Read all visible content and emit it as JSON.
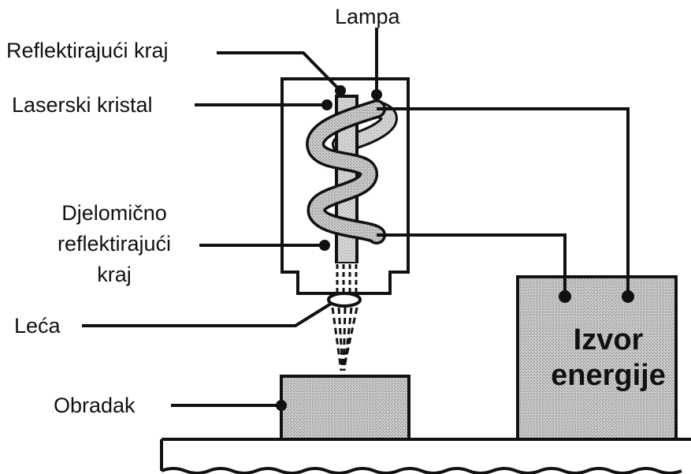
{
  "labels": {
    "lamp": "Lampa",
    "reflective_end": "Reflektirajući kraj",
    "laser_crystal": "Laserski kristal",
    "partial_line1": "Djelomično",
    "partial_line2": "reflektirajući",
    "partial_line3": "kraj",
    "lens": "Leća",
    "workpiece": "Obradak",
    "power_line1": "Izvor",
    "power_line2": "energije"
  },
  "colors": {
    "ink": "#111111",
    "stipple_fill": "#b8b8b8",
    "background": "#ffffff"
  }
}
